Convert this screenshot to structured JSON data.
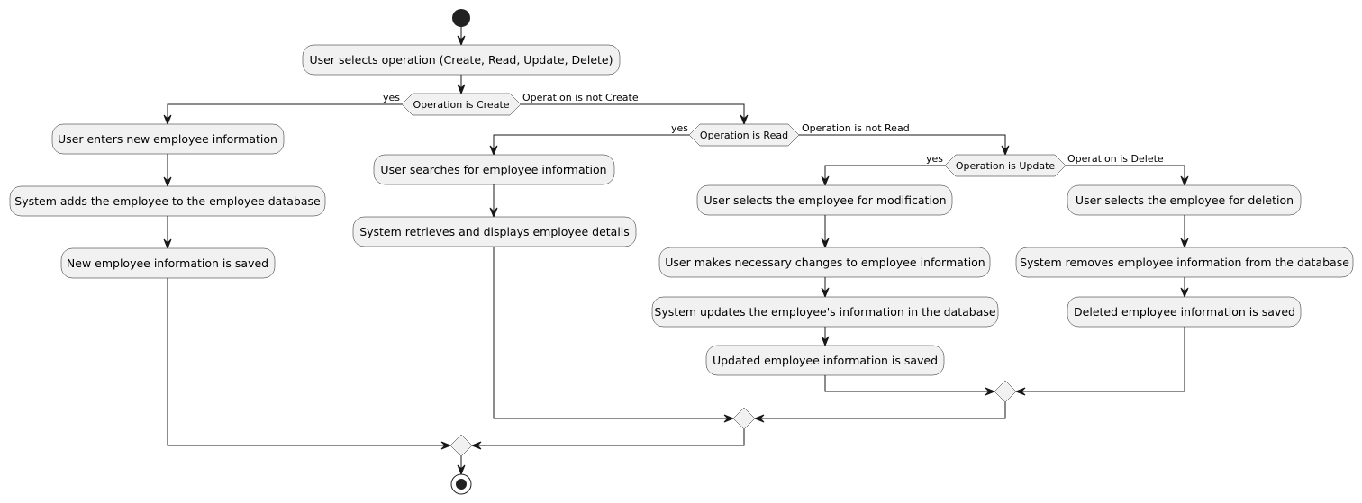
{
  "activities": {
    "select_operation": "User selects operation (Create, Read, Update, Delete)",
    "enter_info": "User enters new employee information",
    "add_employee": "System adds the employee to the employee database",
    "info_saved": "New employee information is saved",
    "search_info": "User searches for employee information",
    "retrieve_details": "System retrieves and displays employee details",
    "select_modify": "User selects the employee for modification",
    "make_changes": "User makes necessary changes to employee information",
    "update_info": "System updates the employee's information in the database",
    "updated_saved": "Updated employee information is saved",
    "select_delete": "User selects the employee for deletion",
    "remove_info": "System removes employee information from the database",
    "deleted_saved": "Deleted employee information is saved"
  },
  "decisions": {
    "is_create": "Operation is Create",
    "is_read": "Operation is Read",
    "is_update": "Operation is Update"
  },
  "branches": {
    "create_yes": "yes",
    "create_no": "Operation is not Create",
    "read_yes": "yes",
    "read_no": "Operation is not Read",
    "update_yes": "yes",
    "update_no": "Operation is Delete"
  }
}
